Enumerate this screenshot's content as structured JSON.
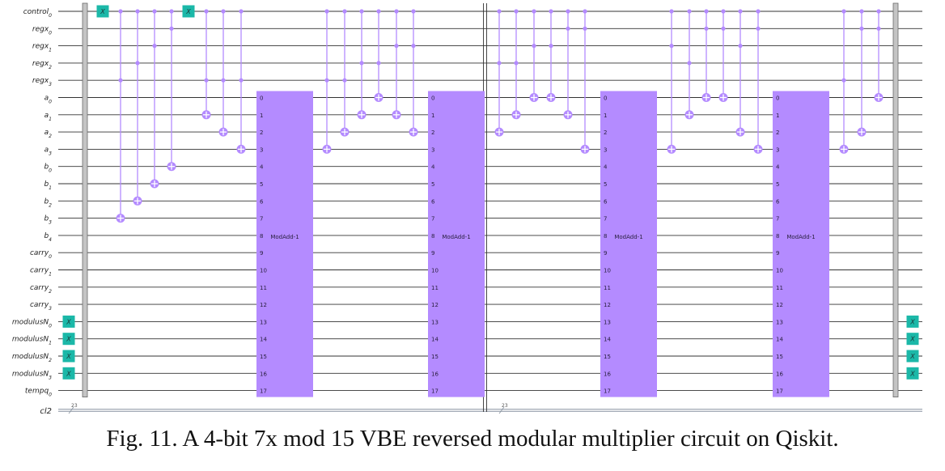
{
  "qubits": [
    {
      "name": "control",
      "sub": "0"
    },
    {
      "name": "regx",
      "sub": "0"
    },
    {
      "name": "regx",
      "sub": "1"
    },
    {
      "name": "regx",
      "sub": "2"
    },
    {
      "name": "regx",
      "sub": "3"
    },
    {
      "name": "a",
      "sub": "0"
    },
    {
      "name": "a",
      "sub": "1"
    },
    {
      "name": "a",
      "sub": "2"
    },
    {
      "name": "a",
      "sub": "3"
    },
    {
      "name": "b",
      "sub": "0"
    },
    {
      "name": "b",
      "sub": "1"
    },
    {
      "name": "b",
      "sub": "2"
    },
    {
      "name": "b",
      "sub": "3"
    },
    {
      "name": "b",
      "sub": "4"
    },
    {
      "name": "carry",
      "sub": "0"
    },
    {
      "name": "carry",
      "sub": "1"
    },
    {
      "name": "carry",
      "sub": "2"
    },
    {
      "name": "carry",
      "sub": "3"
    },
    {
      "name": "modulusN",
      "sub": "0"
    },
    {
      "name": "modulusN",
      "sub": "1"
    },
    {
      "name": "modulusN",
      "sub": "2"
    },
    {
      "name": "modulusN",
      "sub": "3"
    },
    {
      "name": "tempq",
      "sub": "0"
    }
  ],
  "classical_register": {
    "name": "cl2",
    "width_label": "23"
  },
  "x_gate_label": "X",
  "modadd_label": "ModAdd-1",
  "modadd_indices": [
    "0",
    "1",
    "2",
    "3",
    "4",
    "5",
    "6",
    "7",
    "8",
    "9",
    "10",
    "11",
    "12",
    "13",
    "14",
    "15",
    "16",
    "17"
  ],
  "x_gates": [
    {
      "col": "c_x1",
      "qubit": 0
    },
    {
      "col": "c_x2",
      "qubit": 0
    },
    {
      "col": "c_xl",
      "qubit": 18
    },
    {
      "col": "c_xl",
      "qubit": 19
    },
    {
      "col": "c_xl",
      "qubit": 20
    },
    {
      "col": "c_xl",
      "qubit": 21
    },
    {
      "col": "c_xr",
      "qubit": 18
    },
    {
      "col": "c_xr",
      "qubit": 19
    },
    {
      "col": "c_xr",
      "qubit": 20
    },
    {
      "col": "c_xr",
      "qubit": 21
    }
  ],
  "toffoli_gates": [
    {
      "col": "g1",
      "controls": [
        0,
        4
      ],
      "target": 12
    },
    {
      "col": "g2",
      "controls": [
        0,
        3
      ],
      "target": 11
    },
    {
      "col": "g3",
      "controls": [
        0,
        2
      ],
      "target": 10
    },
    {
      "col": "g4",
      "controls": [
        0,
        1
      ],
      "target": 9
    },
    {
      "col": "g5",
      "controls": [
        0,
        4
      ],
      "target": 6
    },
    {
      "col": "g6",
      "controls": [
        0,
        4
      ],
      "target": 7
    },
    {
      "col": "g7",
      "controls": [
        0,
        4
      ],
      "target": 8
    },
    {
      "col": "g8",
      "controls": [
        0,
        4
      ],
      "target": 8
    },
    {
      "col": "g9",
      "controls": [
        0,
        4
      ],
      "target": 7
    },
    {
      "col": "g10",
      "controls": [
        0,
        3
      ],
      "target": 6
    },
    {
      "col": "g11",
      "controls": [
        0,
        3
      ],
      "target": 5
    },
    {
      "col": "g12",
      "controls": [
        0,
        2
      ],
      "target": 6
    },
    {
      "col": "g13",
      "controls": [
        0,
        2
      ],
      "target": 7
    },
    {
      "col": "g14",
      "controls": [
        0,
        3
      ],
      "target": 7
    },
    {
      "col": "g15",
      "controls": [
        0,
        3
      ],
      "target": 6
    },
    {
      "col": "g16",
      "controls": [
        0,
        2
      ],
      "target": 5
    },
    {
      "col": "g17",
      "controls": [
        0,
        2
      ],
      "target": 5
    },
    {
      "col": "g18",
      "controls": [
        0,
        1
      ],
      "target": 6
    },
    {
      "col": "g19",
      "controls": [
        0,
        1
      ],
      "target": 8
    },
    {
      "col": "g20",
      "controls": [
        0,
        2
      ],
      "target": 8
    },
    {
      "col": "g21",
      "controls": [
        0,
        3
      ],
      "target": 6
    },
    {
      "col": "g22",
      "controls": [
        0,
        1
      ],
      "target": 5
    },
    {
      "col": "g23",
      "controls": [
        0,
        1
      ],
      "target": 5
    },
    {
      "col": "g24",
      "controls": [
        0,
        2
      ],
      "target": 7
    },
    {
      "col": "g25",
      "controls": [
        0,
        1
      ],
      "target": 8
    },
    {
      "col": "g26",
      "controls": [
        0,
        4
      ],
      "target": 8
    },
    {
      "col": "g27",
      "controls": [
        0,
        1
      ],
      "target": 7
    },
    {
      "col": "g28",
      "controls": [
        0,
        1
      ],
      "target": 5
    }
  ],
  "modadd_blocks": [
    "m1",
    "m2",
    "m3",
    "m4"
  ],
  "caption": "Fig. 11. A 4-bit 7x mod 15 VBE reversed modular multiplier circuit on Qiskit."
}
